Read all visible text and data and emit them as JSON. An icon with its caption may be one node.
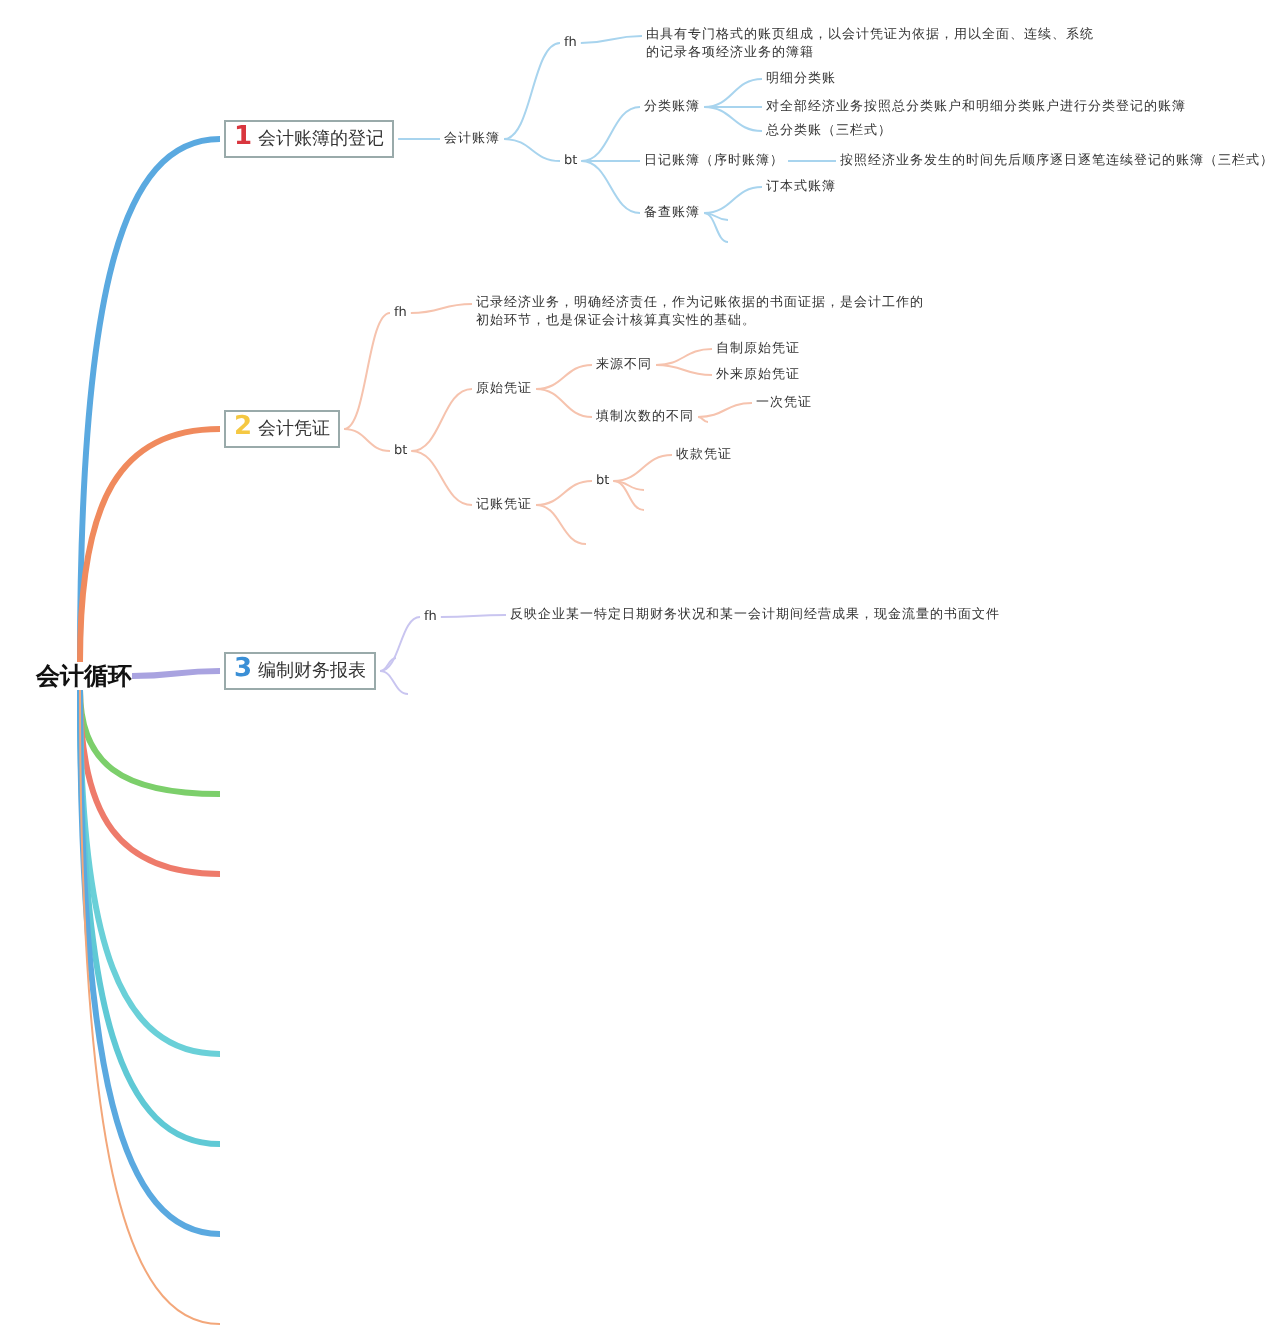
{
  "diagram": {
    "nodes": [
      {
        "text": [
          "会计循环"
        ]
      },
      {
        "text": [
          "1",
          "会计账簿的登记"
        ]
      },
      {
        "text": [
          "会计账簿"
        ]
      },
      {
        "text": [
          "fh"
        ]
      },
      {
        "text": [
          "由具有专门格式的账页组成，以会计凭证为依据，用以全面、连续、系统的记录各项经济业务的簿籍"
        ]
      },
      {
        "text": [
          "bt"
        ]
      },
      {
        "text": [
          "分类账簿"
        ]
      },
      {
        "text": [
          "明细分类账"
        ]
      },
      {
        "text": [
          "对全部经济业务按照总分类账户和明细分类账户进行分类登记的账簿"
        ]
      },
      {
        "text": [
          "总分类账（三栏式）"
        ]
      },
      {
        "text": [
          "日记账簿（序时账簿）"
        ]
      },
      {
        "text": [
          "按照经济业务发生的时间先后顺序逐日逐笔连续登记的账簿（三栏式）"
        ]
      },
      {
        "text": [
          "备查账簿"
        ]
      },
      {
        "text": [
          "订本式账簿"
        ]
      },
      {
        "text": [
          "2",
          "会计凭证"
        ]
      },
      {
        "text": [
          "fh"
        ]
      },
      {
        "text": [
          "记录经济业务，明确经济责任，作为记账依据的书面证据，是会计工作的初始环节，也是保证会计核算真实性的基础。"
        ]
      },
      {
        "text": [
          "bt"
        ]
      },
      {
        "text": [
          "原始凭证"
        ]
      },
      {
        "text": [
          "来源不同"
        ]
      },
      {
        "text": [
          "自制原始凭证"
        ]
      },
      {
        "text": [
          "外来原始凭证"
        ]
      },
      {
        "text": [
          "填制次数的不同"
        ]
      },
      {
        "text": [
          "一次凭证"
        ]
      },
      {
        "text": [
          "记账凭证"
        ]
      },
      {
        "text": [
          "bt"
        ]
      },
      {
        "text": [
          "收款凭证"
        ]
      },
      {
        "text": [
          "3",
          "编制财务报表"
        ]
      },
      {
        "text": [
          "fh"
        ]
      },
      {
        "text": [
          "反映企业某一特定日期财务状况和某一会计期间经营成果，现金流量的书面文件"
        ]
      }
    ],
    "edges": [
      {
        "from": 0,
        "to": 1,
        "arrow": "none",
        "style": "thick",
        "color": "#5aa9e0"
      },
      {
        "from": 1,
        "to": 2,
        "arrow": "none",
        "color": "#a8d4ee"
      },
      {
        "from": 2,
        "to": 3,
        "arrow": "none",
        "color": "#a8d4ee"
      },
      {
        "from": 3,
        "to": 4,
        "arrow": "none",
        "color": "#a8d4ee"
      },
      {
        "from": 2,
        "to": 5,
        "arrow": "none",
        "color": "#a8d4ee"
      },
      {
        "from": 5,
        "to": 6,
        "arrow": "none",
        "color": "#a8d4ee"
      },
      {
        "from": 6,
        "to": 7,
        "arrow": "none",
        "color": "#a8d4ee"
      },
      {
        "from": 6,
        "to": 8,
        "arrow": "none",
        "color": "#a8d4ee"
      },
      {
        "from": 6,
        "to": 9,
        "arrow": "none",
        "color": "#a8d4ee"
      },
      {
        "from": 5,
        "to": 10,
        "arrow": "none",
        "color": "#a8d4ee"
      },
      {
        "from": 10,
        "to": 11,
        "arrow": "none",
        "color": "#a8d4ee"
      },
      {
        "from": 5,
        "to": 12,
        "arrow": "none",
        "color": "#a8d4ee"
      },
      {
        "from": 12,
        "to": 13,
        "arrow": "none",
        "color": "#a8d4ee"
      },
      {
        "from": 12,
        "to": null,
        "arrow": "none",
        "color": "#a8d4ee"
      },
      {
        "from": 12,
        "to": null,
        "arrow": "none",
        "color": "#a8d4ee"
      },
      {
        "from": 0,
        "to": 14,
        "arrow": "none",
        "style": "thick",
        "color": "#f08a5d"
      },
      {
        "from": 14,
        "to": 15,
        "arrow": "none",
        "color": "#f6c3ae"
      },
      {
        "from": 15,
        "to": 16,
        "arrow": "none",
        "color": "#f6c3ae"
      },
      {
        "from": 14,
        "to": 17,
        "arrow": "none",
        "color": "#f6c3ae"
      },
      {
        "from": 17,
        "to": 18,
        "arrow": "none",
        "color": "#f6c3ae"
      },
      {
        "from": 18,
        "to": 19,
        "arrow": "none",
        "color": "#f6c3ae"
      },
      {
        "from": 19,
        "to": 20,
        "arrow": "none",
        "color": "#f6c3ae"
      },
      {
        "from": 19,
        "to": 21,
        "arrow": "none",
        "color": "#f6c3ae"
      },
      {
        "from": 18,
        "to": 22,
        "arrow": "none",
        "color": "#f6c3ae"
      },
      {
        "from": 22,
        "to": 23,
        "arrow": "none",
        "color": "#f6c3ae"
      },
      {
        "from": 22,
        "to": null,
        "arrow": "none",
        "color": "#f6c3ae"
      },
      {
        "from": 17,
        "to": 24,
        "arrow": "none",
        "color": "#f6c3ae"
      },
      {
        "from": 24,
        "to": 25,
        "arrow": "none",
        "color": "#f6c3ae"
      },
      {
        "from": 25,
        "to": 26,
        "arrow": "none",
        "color": "#f6c3ae"
      },
      {
        "from": 25,
        "to": null,
        "arrow": "none",
        "color": "#f6c3ae"
      },
      {
        "from": 25,
        "to": null,
        "arrow": "none",
        "color": "#f6c3ae"
      },
      {
        "from": 24,
        "to": null,
        "arrow": "none",
        "color": "#f6c3ae"
      },
      {
        "from": 0,
        "to": 27,
        "arrow": "none",
        "style": "thick",
        "color": "#a9a3e0"
      },
      {
        "from": 27,
        "to": 28,
        "arrow": "none",
        "color": "#c9c5f0"
      },
      {
        "from": 28,
        "to": 29,
        "arrow": "none",
        "color": "#c9c5f0"
      },
      {
        "from": 27,
        "to": null,
        "arrow": "none",
        "color": "#c9c5f0"
      },
      {
        "from": 27,
        "to": null,
        "arrow": "none",
        "color": "#c9c5f0"
      },
      {
        "from": 0,
        "to": null,
        "arrow": "none",
        "style": "thick",
        "color": "#7ccf6b"
      },
      {
        "from": 0,
        "to": null,
        "arrow": "none",
        "style": "thick",
        "color": "#ee7b6b"
      },
      {
        "from": 0,
        "to": null,
        "arrow": "none",
        "style": "thick",
        "color": "#6ad0d8"
      },
      {
        "from": 0,
        "to": null,
        "arrow": "none",
        "style": "thick",
        "color": "#5fc9d5"
      },
      {
        "from": 0,
        "to": null,
        "arrow": "none",
        "style": "thick",
        "color": "#5aa9e0"
      },
      {
        "from": 0,
        "to": null,
        "arrow": "none",
        "color": "#f3a77a"
      }
    ]
  }
}
